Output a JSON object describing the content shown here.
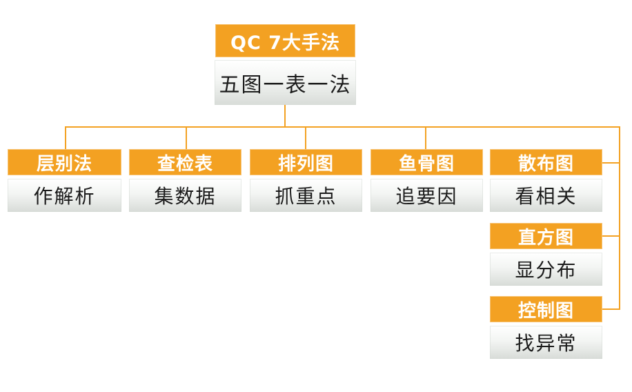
{
  "diagram": {
    "root": {
      "title": "QC 7大手法",
      "subtitle": "五图一表一法"
    },
    "nodes": [
      {
        "id": "stratification",
        "title": "层别法",
        "subtitle": "作解析"
      },
      {
        "id": "check-sheet",
        "title": "查检表",
        "subtitle": "集数据"
      },
      {
        "id": "pareto-chart",
        "title": "排列图",
        "subtitle": "抓重点"
      },
      {
        "id": "fishbone",
        "title": "鱼骨图",
        "subtitle": "追要因"
      },
      {
        "id": "scatter-plot",
        "title": "散布图",
        "subtitle": "看相关"
      },
      {
        "id": "histogram",
        "title": "直方图",
        "subtitle": "显分布"
      },
      {
        "id": "control-chart",
        "title": "控制图",
        "subtitle": "找异常"
      }
    ],
    "colors": {
      "accent_orange": "#f3a122",
      "body_text": "#1b1b1b",
      "body_gradient_top": "#ffffff",
      "body_gradient_bottom": "#d8dcd8",
      "header_text": "#ffffff"
    }
  }
}
